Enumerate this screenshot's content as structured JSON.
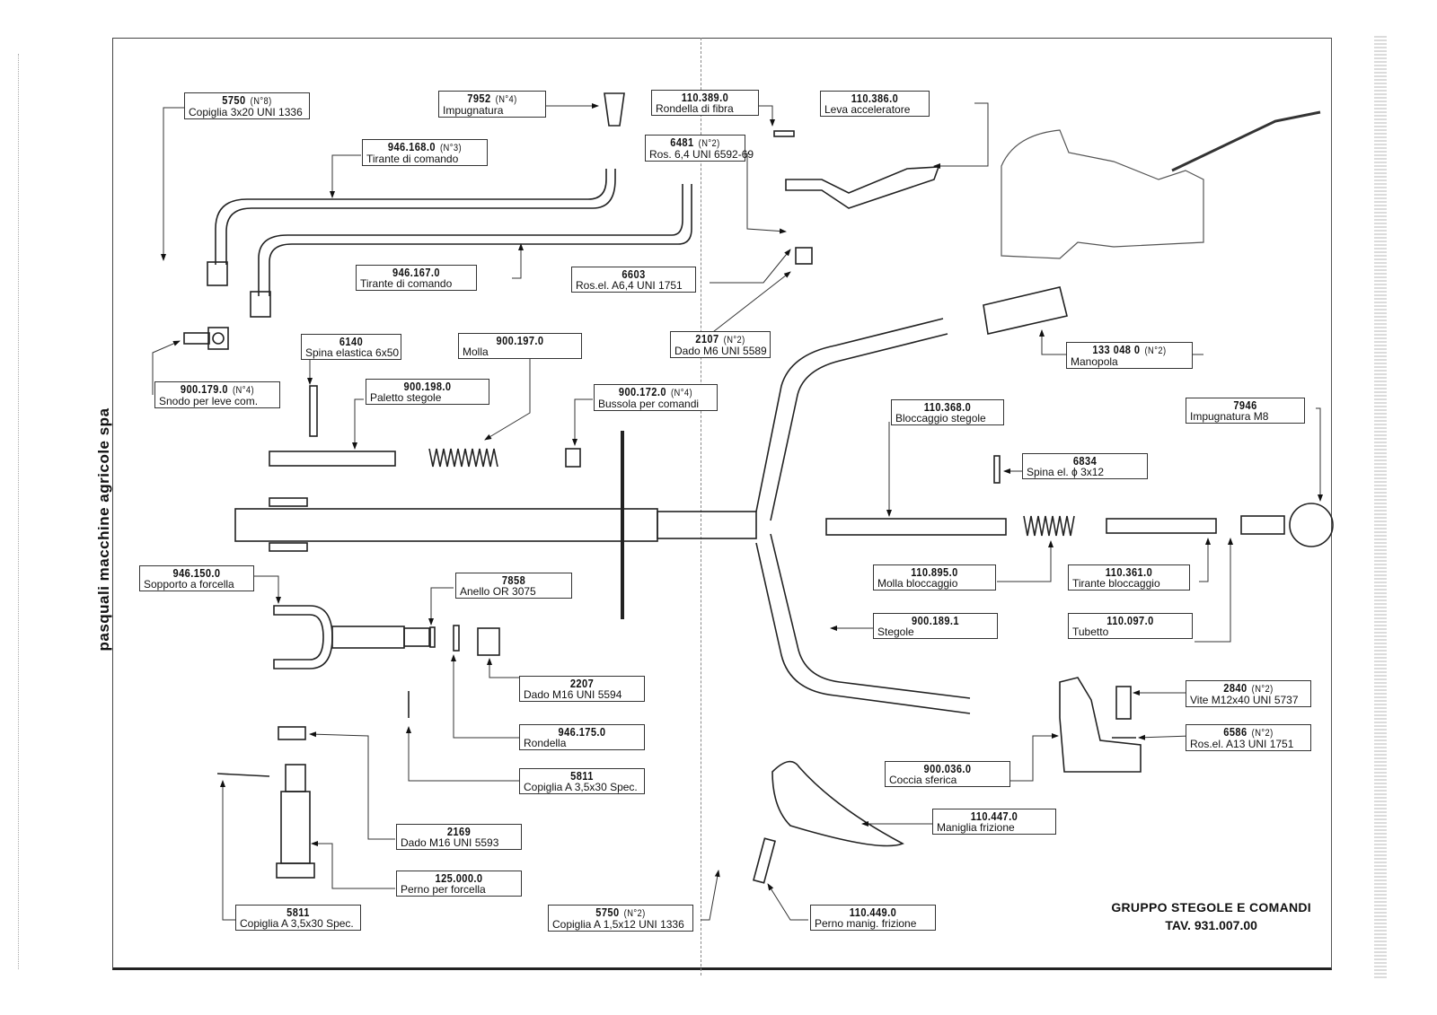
{
  "side_title": "pasquali macchine agricole spa",
  "caption": {
    "title": "GRUPPO STEGOLE E COMANDI",
    "table_number": "TAV. 931.007.00"
  },
  "parts": [
    {
      "id": "p5750a",
      "code": "5750",
      "qty": "(N°8)",
      "desc": "Copiglia 3x20 UNI 1336"
    },
    {
      "id": "p7952",
      "code": "7952",
      "qty": "(N°4)",
      "desc": "Impugnatura"
    },
    {
      "id": "p110389",
      "code": "110.389.0",
      "qty": "",
      "desc": "Rondella di fibra"
    },
    {
      "id": "p110386",
      "code": "110.386.0",
      "qty": "",
      "desc": "Leva acceleratore"
    },
    {
      "id": "p946168",
      "code": "946.168.0",
      "qty": "(N°3)",
      "desc": "Tirante di comando"
    },
    {
      "id": "p6481",
      "code": "6481",
      "qty": "(N°2)",
      "desc": "Ros. 6,4 UNI 6592-69"
    },
    {
      "id": "p946167",
      "code": "946.167.0",
      "qty": "",
      "desc": "Tirante di comando"
    },
    {
      "id": "p6603",
      "code": "6603",
      "qty": "",
      "desc": "Ros.el. A6,4 UNI 1751"
    },
    {
      "id": "p2107",
      "code": "2107",
      "qty": "(N°2)",
      "desc": "Dado M6 UNI 5589"
    },
    {
      "id": "p133048",
      "code": "133 048 0",
      "qty": "(N°2)",
      "desc": "Manopola"
    },
    {
      "id": "p6140",
      "code": "6140",
      "qty": "",
      "desc": "Spina elastica 6x50"
    },
    {
      "id": "p900197",
      "code": "900.197.0",
      "qty": "",
      "desc": "Molla"
    },
    {
      "id": "p900179",
      "code": "900.179.0",
      "qty": "(N°4)",
      "desc": "Snodo per leve com."
    },
    {
      "id": "p900198",
      "code": "900.198.0",
      "qty": "",
      "desc": "Paletto stegole"
    },
    {
      "id": "p900172",
      "code": "900.172.0",
      "qty": "(N°4)",
      "desc": "Bussola per comandi"
    },
    {
      "id": "p110368",
      "code": "110.368.0",
      "qty": "",
      "desc": "Bloccaggio stegole"
    },
    {
      "id": "p7946",
      "code": "7946",
      "qty": "",
      "desc": "Impugnatura M8"
    },
    {
      "id": "p6834",
      "code": "6834",
      "qty": "",
      "desc": "Spina el. ϕ 3x12"
    },
    {
      "id": "p946150",
      "code": "946.150.0",
      "qty": "",
      "desc": "Sopporto a forcella"
    },
    {
      "id": "p7858",
      "code": "7858",
      "qty": "",
      "desc": "Anello OR 3075"
    },
    {
      "id": "p110895",
      "code": "110.895.0",
      "qty": "",
      "desc": "Molla bloccaggio"
    },
    {
      "id": "p110361",
      "code": "110.361.0",
      "qty": "",
      "desc": "Tirante bloccaggio"
    },
    {
      "id": "p900189",
      "code": "900.189.1",
      "qty": "",
      "desc": "Stegole"
    },
    {
      "id": "p110097",
      "code": "110.097.0",
      "qty": "",
      "desc": "Tubetto"
    },
    {
      "id": "p2207",
      "code": "2207",
      "qty": "",
      "desc": "Dado M16 UNI 5594"
    },
    {
      "id": "p946175",
      "code": "946.175.0",
      "qty": "",
      "desc": "Rondella"
    },
    {
      "id": "p2840",
      "code": "2840",
      "qty": "(N°2)",
      "desc": "Vite M12x40 UNI 5737"
    },
    {
      "id": "p6586",
      "code": "6586",
      "qty": "(N°2)",
      "desc": "Ros.el. A13 UNI 1751"
    },
    {
      "id": "p5811a",
      "code": "5811",
      "qty": "",
      "desc": "Copiglia A 3,5x30 Spec."
    },
    {
      "id": "p900036",
      "code": "900.036.0",
      "qty": "",
      "desc": "Coccia sferica"
    },
    {
      "id": "p110447",
      "code": "110.447.0",
      "qty": "",
      "desc": "Maniglia frizione"
    },
    {
      "id": "p2169",
      "code": "2169",
      "qty": "",
      "desc": "Dado M16 UNI 5593"
    },
    {
      "id": "p125000",
      "code": "125.000.0",
      "qty": "",
      "desc": "Perno per forcella"
    },
    {
      "id": "p5811b",
      "code": "5811",
      "qty": "",
      "desc": "Copiglia A 3,5x30 Spec."
    },
    {
      "id": "p5750b",
      "code": "5750",
      "qty": "(N°2)",
      "desc": "Copiglia A 1,5x12 UNI 1336"
    },
    {
      "id": "p110449",
      "code": "110.449.0",
      "qty": "",
      "desc": "Perno manig. frizione"
    }
  ]
}
